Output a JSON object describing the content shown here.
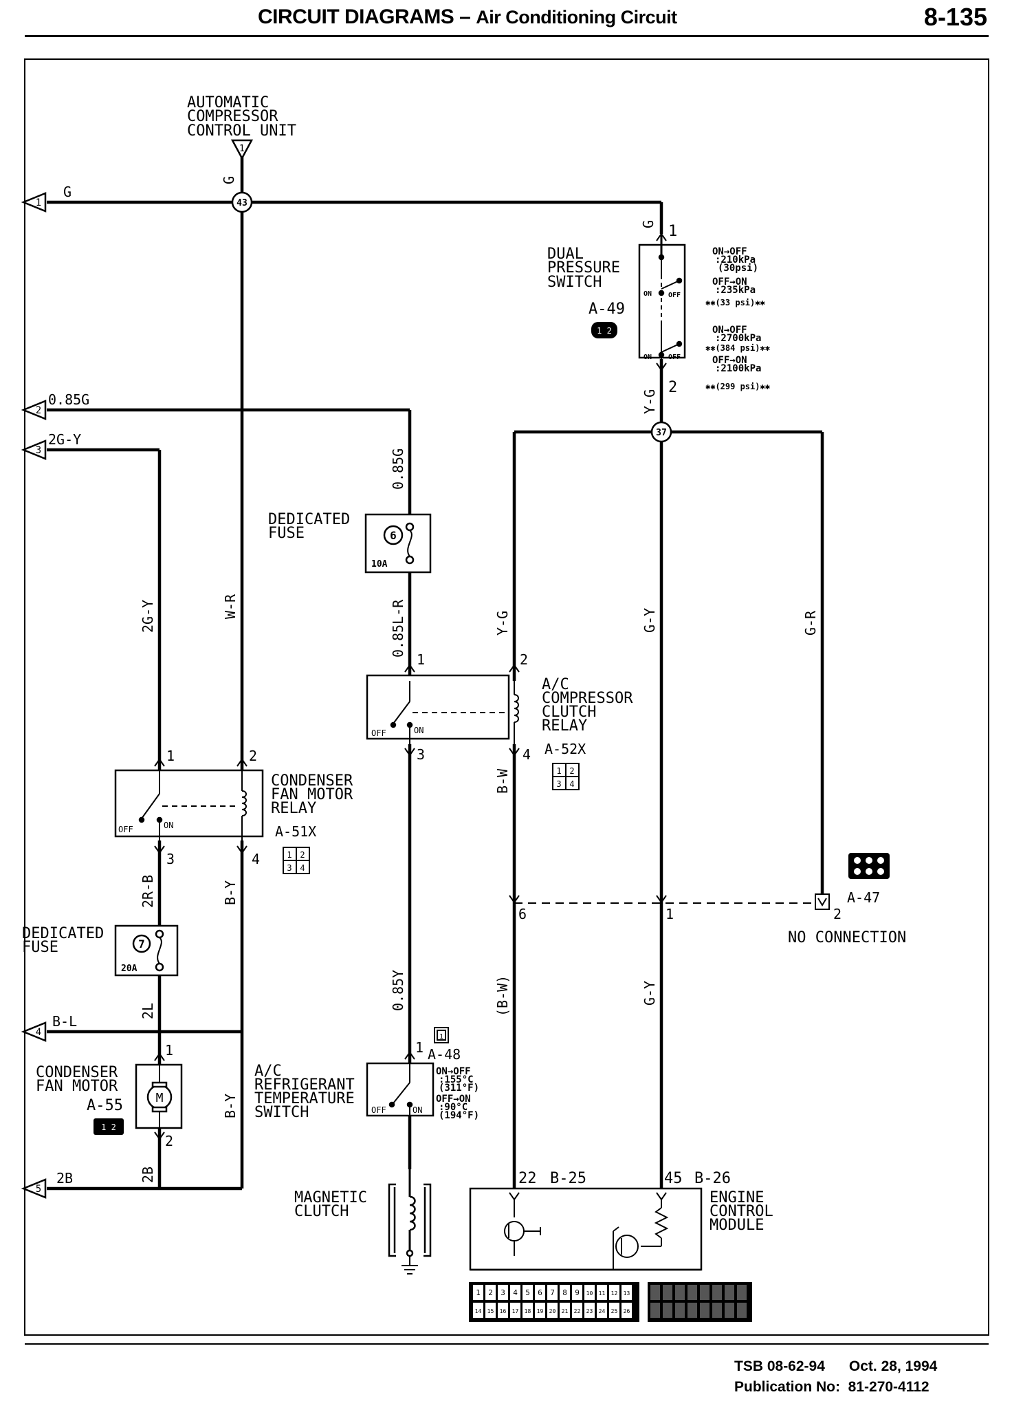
{
  "header": {
    "title": "CIRCUIT DIAGRAMS",
    "dash": "–",
    "subtitle": "Air Conditioning Circuit",
    "page": "8-135"
  },
  "footer": {
    "tsb": "TSB 08-62-94",
    "date": "Oct. 28, 1994",
    "pub_label": "Publication No:",
    "pub_no": "81-270-4112"
  },
  "components": {
    "acu": {
      "l1": "AUTOMATIC",
      "l2": "COMPRESSOR",
      "l3": "CONTROL UNIT",
      "pin": "1"
    },
    "dps": {
      "l1": "DUAL",
      "l2": "PRESSURE",
      "l3": "SWITCH",
      "id": "A-49",
      "conn": "1 2",
      "pin_top": "1",
      "pin_bot": "2",
      "on": "ON",
      "off": "OFF",
      "spec": [
        "ON→OFF",
        ":210kPa",
        "(30psi)",
        "OFF→ON",
        ":235kPa",
        "✱✱(33 psi)✱✱",
        "ON→OFF",
        ":2700kPa",
        "✱✱(384 psi)✱✱",
        "OFF→ON",
        ":2100kPa",
        "✱✱(299 psi)✱✱"
      ]
    },
    "fuse6": {
      "l1": "DEDICATED",
      "l2": "FUSE",
      "num": "6",
      "amp": "10A"
    },
    "relay52": {
      "l1": "A/C",
      "l2": "COMPRESSOR",
      "l3": "CLUTCH",
      "l4": "RELAY",
      "id": "A-52X",
      "p1": "1",
      "p2": "2",
      "p3": "3",
      "p4": "4",
      "off": "OFF",
      "on": "ON",
      "conn": [
        "1",
        "2",
        "3",
        "4"
      ]
    },
    "relay51": {
      "l1": "CONDENSER",
      "l2": "FAN MOTOR",
      "l3": "RELAY",
      "id": "A-51X",
      "p1": "1",
      "p2": "2",
      "p3": "3",
      "p4": "4",
      "off": "OFF",
      "on": "ON",
      "conn": [
        "1",
        "2",
        "3",
        "4"
      ]
    },
    "fuse7": {
      "l1": "DEDICATED",
      "l2": "FUSE",
      "num": "7",
      "amp": "20A"
    },
    "fanmotor": {
      "l1": "CONDENSER",
      "l2": "FAN MOTOR",
      "id": "A-55",
      "conn": "1 2",
      "p1": "1",
      "p2": "2",
      "m": "M"
    },
    "tempsw": {
      "l1": "A/C",
      "l2": "REFRIGERANT",
      "l3": "TEMPERATURE",
      "l4": "SWITCH",
      "id": "A-48",
      "conn": "1",
      "pin": "1",
      "off": "OFF",
      "on": "ON",
      "spec": [
        "ON→OFF",
        ":155°C",
        "(311°F)",
        "OFF→ON",
        ":90°C",
        "(194°F)"
      ]
    },
    "clutch": {
      "l1": "MAGNETIC",
      "l2": "CLUTCH"
    },
    "a47": {
      "id": "A-47",
      "pin": "2",
      "nc": "NO CONNECTION"
    },
    "ecm": {
      "l1": "ENGINE",
      "l2": "CONTROL",
      "l3": "MODULE",
      "pin22": "22",
      "conn25": "B-25",
      "pin45": "45",
      "conn26": "B-26",
      "row1": [
        "1",
        "2",
        "3",
        "4",
        "5",
        "6",
        "7",
        "8",
        "9",
        "10",
        "11",
        "12",
        "13"
      ],
      "row2": [
        "14",
        "15",
        "16",
        "17",
        "18",
        "19",
        "20",
        "21",
        "22",
        "23",
        "24",
        "25",
        "26"
      ]
    },
    "pin6": "6",
    "pin1": "1"
  },
  "splices": {
    "s43": "43",
    "s37": "37"
  },
  "wires": {
    "g": "G",
    "g_arrow": "G",
    "w085g": "0.85G",
    "w2gy": "2G-Y",
    "w2gy_v": "2G-Y",
    "wr": "W-R",
    "w085g_v": "0.85G",
    "w085lr": "0.85L-R",
    "yg1": "Y-G",
    "yg2": "Y-G",
    "gy1": "G-Y",
    "gr": "G-R",
    "w2rb": "2R-B",
    "by1": "B-Y",
    "bw": "B-W",
    "w2l": "2L",
    "bl": "B-L",
    "w085y": "0.85Y",
    "bw2": "(B-W)",
    "gy2": "G-Y",
    "by2": "B-Y",
    "w2b": "2B",
    "w2b_arrow": "2B",
    "g_dps": "G"
  },
  "arrows": {
    "a1": "1",
    "a2": "2",
    "a3": "3",
    "a4": "4",
    "a5": "5"
  }
}
